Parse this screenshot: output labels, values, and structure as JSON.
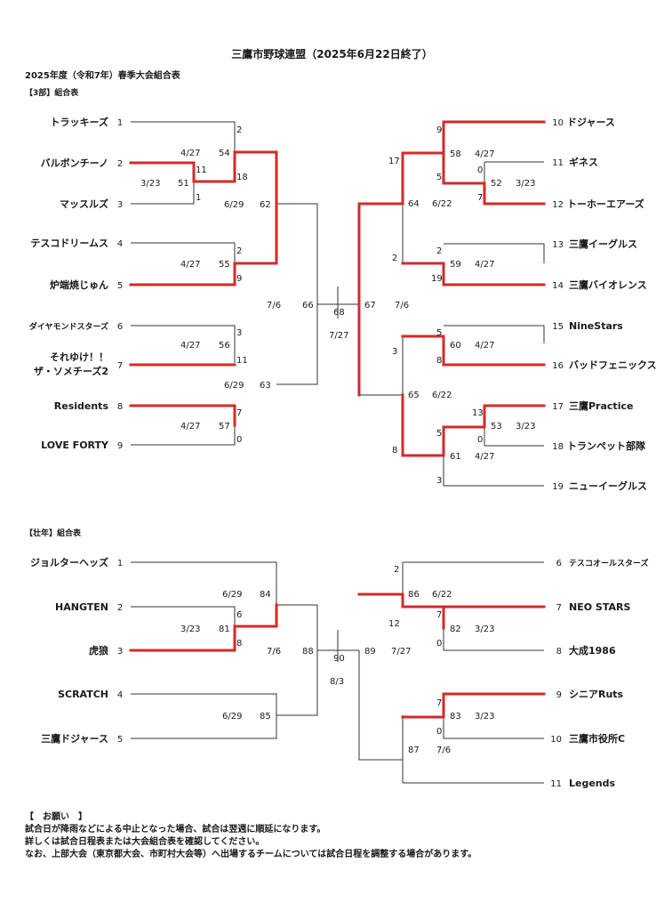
{
  "title": "三鷹市野球連盟（2025年6月22日終了）",
  "subtitle": "2025年度（令和7年）春季大会組合表",
  "colors": {
    "winner_line": "#d42a2a",
    "line": "#333333",
    "text": "#1a1a1a"
  },
  "section1": {
    "heading": "【3部】組合表",
    "left_teams": [
      {
        "name": "トラッキーズ",
        "seed": "1"
      },
      {
        "name": "バルボンチーノ",
        "seed": "2"
      },
      {
        "name": "マッスルズ",
        "seed": "3"
      },
      {
        "name": "テスコドリームス",
        "seed": "4"
      },
      {
        "name": "炉端焼じゅん",
        "seed": "5"
      },
      {
        "name": "ダイヤモンドスターズ",
        "seed": "6"
      },
      {
        "name_line1": "それゆけ！！",
        "name_line2": "ザ・ソメチーズ2",
        "seed": "7"
      },
      {
        "name": "Residents",
        "seed": "8"
      },
      {
        "name": "LOVE FORTY",
        "seed": "9"
      }
    ],
    "right_teams": [
      {
        "name": "ドジャース",
        "seed": "10"
      },
      {
        "name": "ギネス",
        "seed": "11"
      },
      {
        "name": "トーホーエアーズ",
        "seed": "12"
      },
      {
        "name": "三鷹イーグルス",
        "seed": "13"
      },
      {
        "name": "三鷹バイオレンス",
        "seed": "14"
      },
      {
        "name": "NineStars",
        "seed": "15"
      },
      {
        "name": "バッドフェニックス",
        "seed": "16"
      },
      {
        "name": "三鷹Practice",
        "seed": "17"
      },
      {
        "name": "トランペット部隊",
        "seed": "18"
      },
      {
        "name": "ニューイーグルス",
        "seed": "19"
      }
    ],
    "labels": {
      "m51": {
        "no": "51",
        "date": "3/23",
        "s_top": "11",
        "s_bot": "1"
      },
      "m54": {
        "no": "54",
        "date": "4/27",
        "s_top": "2",
        "s_bot": "18"
      },
      "m55": {
        "no": "55",
        "date": "4/27",
        "s_top": "2",
        "s_bot": "9"
      },
      "m56": {
        "no": "56",
        "date": "4/27",
        "s_top": "3",
        "s_bot": "11"
      },
      "m57": {
        "no": "57",
        "date": "4/27",
        "s_top": "7",
        "s_bot": "0"
      },
      "m62": {
        "no": "62",
        "date": "6/29"
      },
      "m63": {
        "no": "63",
        "date": "6/29"
      },
      "m66": {
        "no": "66",
        "date": "7/6"
      },
      "final": {
        "no": "68",
        "date": "7/27"
      },
      "m67": {
        "no": "67",
        "date": "7/6"
      },
      "m58": {
        "no": "58",
        "date": "4/27",
        "s_top": "9",
        "s_bot": "5"
      },
      "m52": {
        "no": "52",
        "date": "3/23",
        "s_top": "0",
        "s_bot": "7"
      },
      "m59": {
        "no": "59",
        "date": "4/27",
        "s_top": "2",
        "s_bot": "19"
      },
      "m60": {
        "no": "60",
        "date": "4/27",
        "s_top": "5",
        "s_bot": "8"
      },
      "m53": {
        "no": "53",
        "date": "3/23",
        "s_top": "13",
        "s_bot": "0"
      },
      "m61": {
        "no": "61",
        "date": "4/27",
        "s_top": "5",
        "s_bot": "3"
      },
      "m64": {
        "no": "64",
        "date": "6/22",
        "s_top": "17",
        "s_bot": "2"
      },
      "m65": {
        "no": "65",
        "date": "6/22",
        "s_top": "3",
        "s_bot": "8"
      }
    }
  },
  "section2": {
    "heading": "【壮年】組合表",
    "left_teams": [
      {
        "name": "ジョルターヘッズ",
        "seed": "1"
      },
      {
        "name": "HANGTEN",
        "seed": "2"
      },
      {
        "name": "虎狼",
        "seed": "3"
      },
      {
        "name": "SCRATCH",
        "seed": "4"
      },
      {
        "name": "三鷹ドジャース",
        "seed": "5"
      }
    ],
    "right_teams": [
      {
        "name": "テスコオールスターズ",
        "seed": "6"
      },
      {
        "name": "NEO STARS",
        "seed": "7"
      },
      {
        "name": "大成1986",
        "seed": "8"
      },
      {
        "name": "シニアRuts",
        "seed": "9"
      },
      {
        "name": "三鷹市役所C",
        "seed": "10"
      },
      {
        "name": "Legends",
        "seed": "11"
      }
    ],
    "labels": {
      "m81": {
        "no": "81",
        "date": "3/23",
        "s_top": "6",
        "s_bot": "8"
      },
      "m84": {
        "no": "84",
        "date": "6/29"
      },
      "m85": {
        "no": "85",
        "date": "6/29"
      },
      "m88": {
        "no": "88",
        "date": "7/6"
      },
      "final": {
        "no": "90",
        "date": "8/3"
      },
      "m89": {
        "no": "89",
        "date": "7/27"
      },
      "m82": {
        "no": "82",
        "date": "3/23",
        "s_top": "7",
        "s_bot": "0"
      },
      "m83": {
        "no": "83",
        "date": "3/23",
        "s_top": "7",
        "s_bot": "0"
      },
      "m86": {
        "no": "86",
        "date": "6/22",
        "s_top": "2",
        "s_bot": "12"
      },
      "m87": {
        "no": "87",
        "date": "7/6"
      }
    }
  },
  "notice": {
    "heading": "【　お願い　】",
    "lines": [
      "試合日が降雨などによる中止となった場合、試合は翌週に順延になります。",
      "詳しくは試合日程表または大会組合表を確認してください。",
      "なお、上部大会（東京都大会、市町村大会等）へ出場するチームについては試合日程を調整する場合があります。"
    ]
  }
}
